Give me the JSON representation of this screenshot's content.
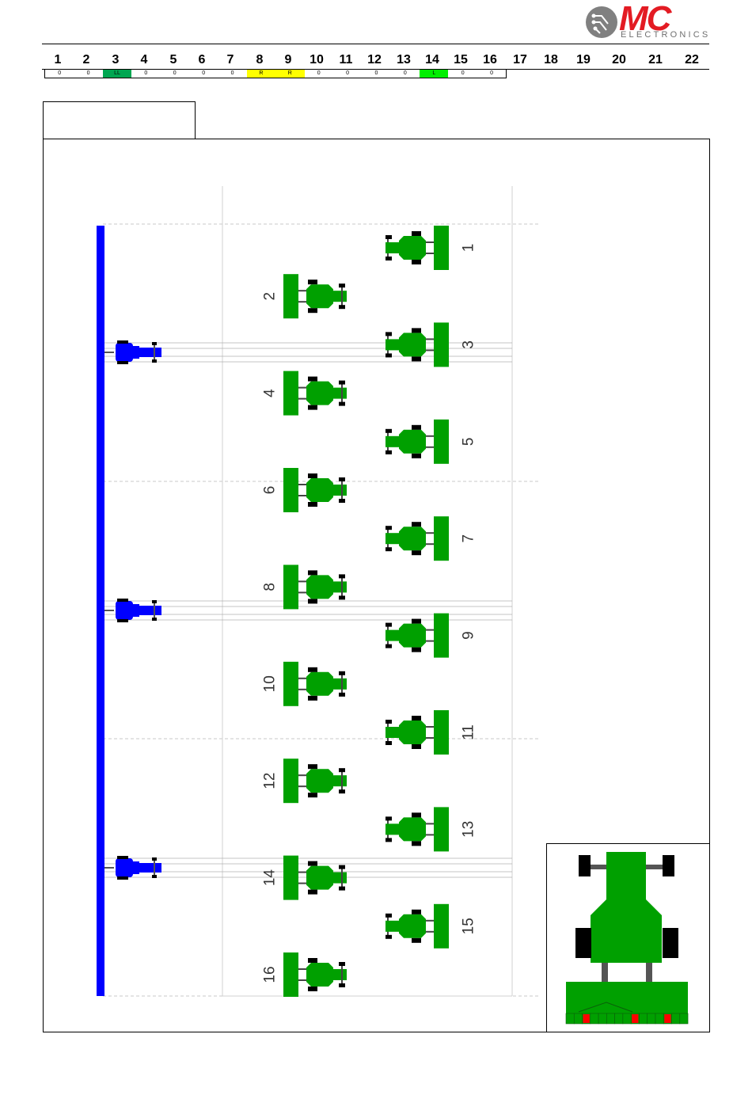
{
  "header": {
    "brand_mark": "MC",
    "brand_sub": "ELECTRONICS",
    "brand_color": "#e31b23",
    "numbers": [
      "1",
      "2",
      "3",
      "4",
      "5",
      "6",
      "7",
      "8",
      "9",
      "10",
      "11",
      "12",
      "13",
      "14",
      "15",
      "16",
      "17",
      "18",
      "19",
      "20",
      "21",
      "22"
    ]
  },
  "status_row": [
    {
      "text": "0",
      "color": "#ffffff"
    },
    {
      "text": "0",
      "color": "#ffffff"
    },
    {
      "text": "LL",
      "color": "#00a651"
    },
    {
      "text": "0",
      "color": "#ffffff"
    },
    {
      "text": "0",
      "color": "#ffffff"
    },
    {
      "text": "0",
      "color": "#ffffff"
    },
    {
      "text": "0",
      "color": "#ffffff"
    },
    {
      "text": "R",
      "color": "#ffff00"
    },
    {
      "text": "R",
      "color": "#ffff00"
    },
    {
      "text": "0",
      "color": "#ffffff"
    },
    {
      "text": "0",
      "color": "#ffffff"
    },
    {
      "text": "0",
      "color": "#ffffff"
    },
    {
      "text": "0",
      "color": "#ffffff"
    },
    {
      "text": "L",
      "color": "#00ee00"
    },
    {
      "text": "0",
      "color": "#ffffff"
    },
    {
      "text": "0",
      "color": "#ffffff"
    }
  ],
  "diagram": {
    "tractor_color": "#00a000",
    "bar_color": "#0000ff",
    "row_labels": [
      "1",
      "2",
      "3",
      "4",
      "5",
      "6",
      "7",
      "8",
      "9",
      "10",
      "11",
      "12",
      "13",
      "14",
      "15",
      "16"
    ]
  },
  "detail": {
    "body_color": "#00a000",
    "sensor_color": "#ff0000"
  }
}
